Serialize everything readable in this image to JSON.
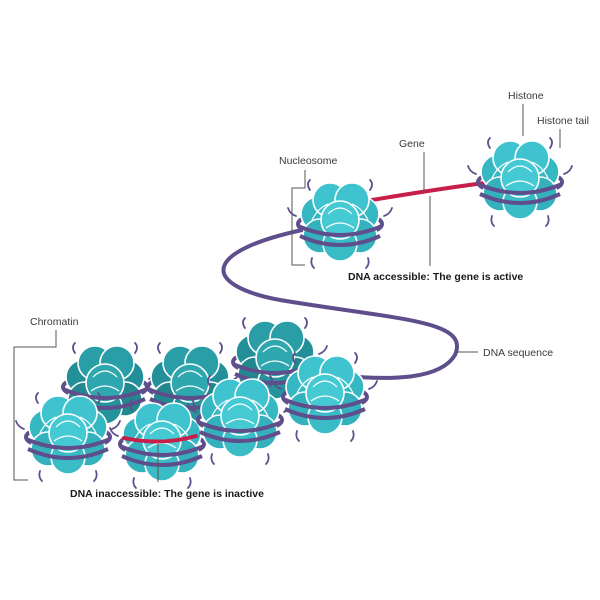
{
  "labels": {
    "histone": "Histone",
    "histone_tail": "Histone tail",
    "gene": "Gene",
    "nucleosome": "Nucleosome",
    "dna_accessible": "DNA accessible: The gene is active",
    "dna_sequence": "DNA sequence",
    "chromatin": "Chromatin",
    "dna_inaccessible": "DNA inaccessible: The gene is inactive"
  },
  "colors": {
    "histone_light": "#3fc4cf",
    "histone_dark": "#2a9ea6",
    "histone_outline": "#ffffff",
    "dna": "#5f4e8c",
    "gene": "#c81e4a",
    "leader": "#555555"
  }
}
